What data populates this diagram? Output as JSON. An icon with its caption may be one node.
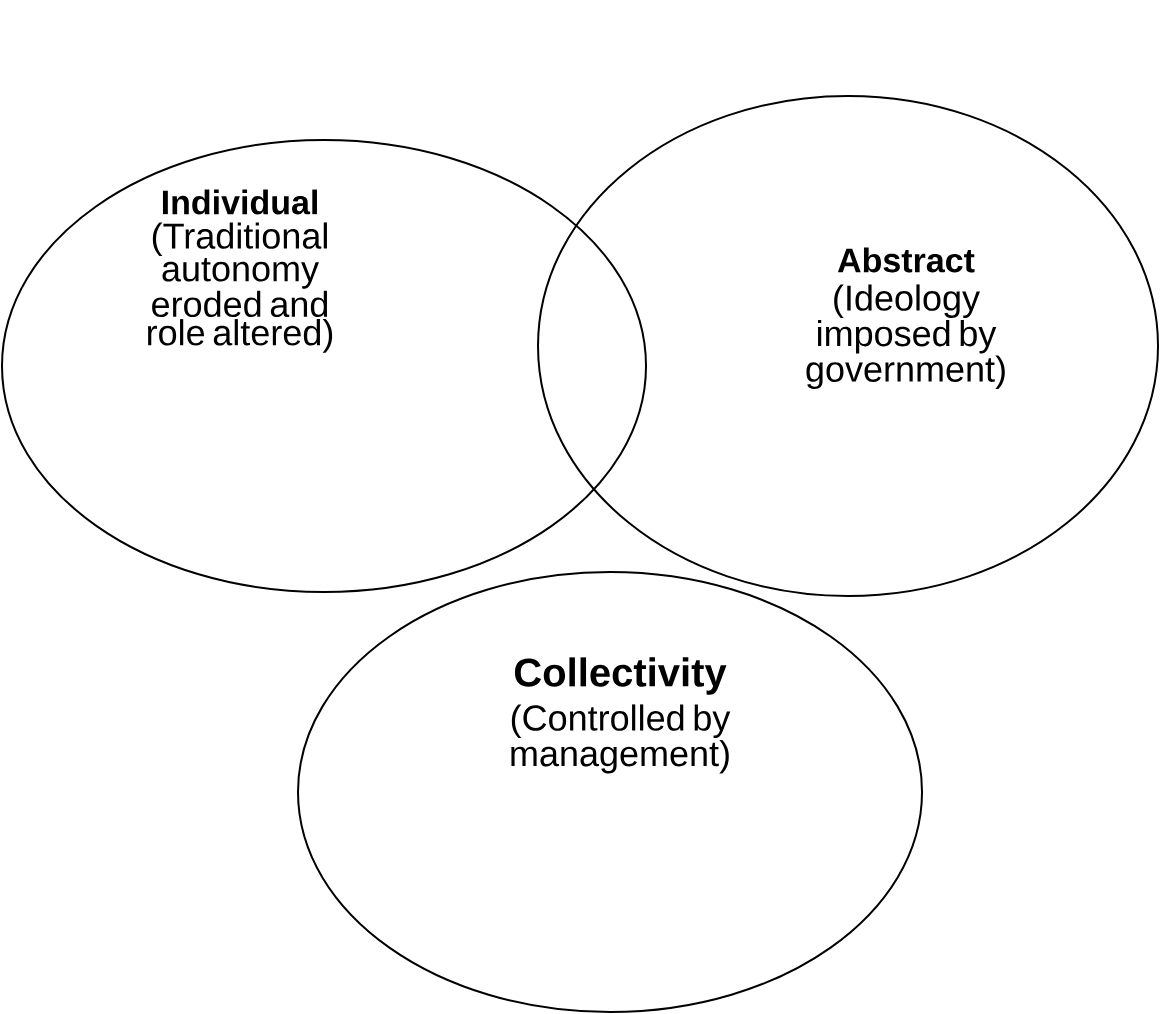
{
  "diagram": {
    "nodes": [
      {
        "text": [
          "Individual",
          "(Traditional autonomy eroded and role altered)"
        ]
      },
      {
        "text": [
          "Abstract",
          "(Ideology imposed by government)"
        ]
      },
      {
        "text": [
          "Collectivity",
          "(Controlled by management)"
        ]
      }
    ]
  }
}
